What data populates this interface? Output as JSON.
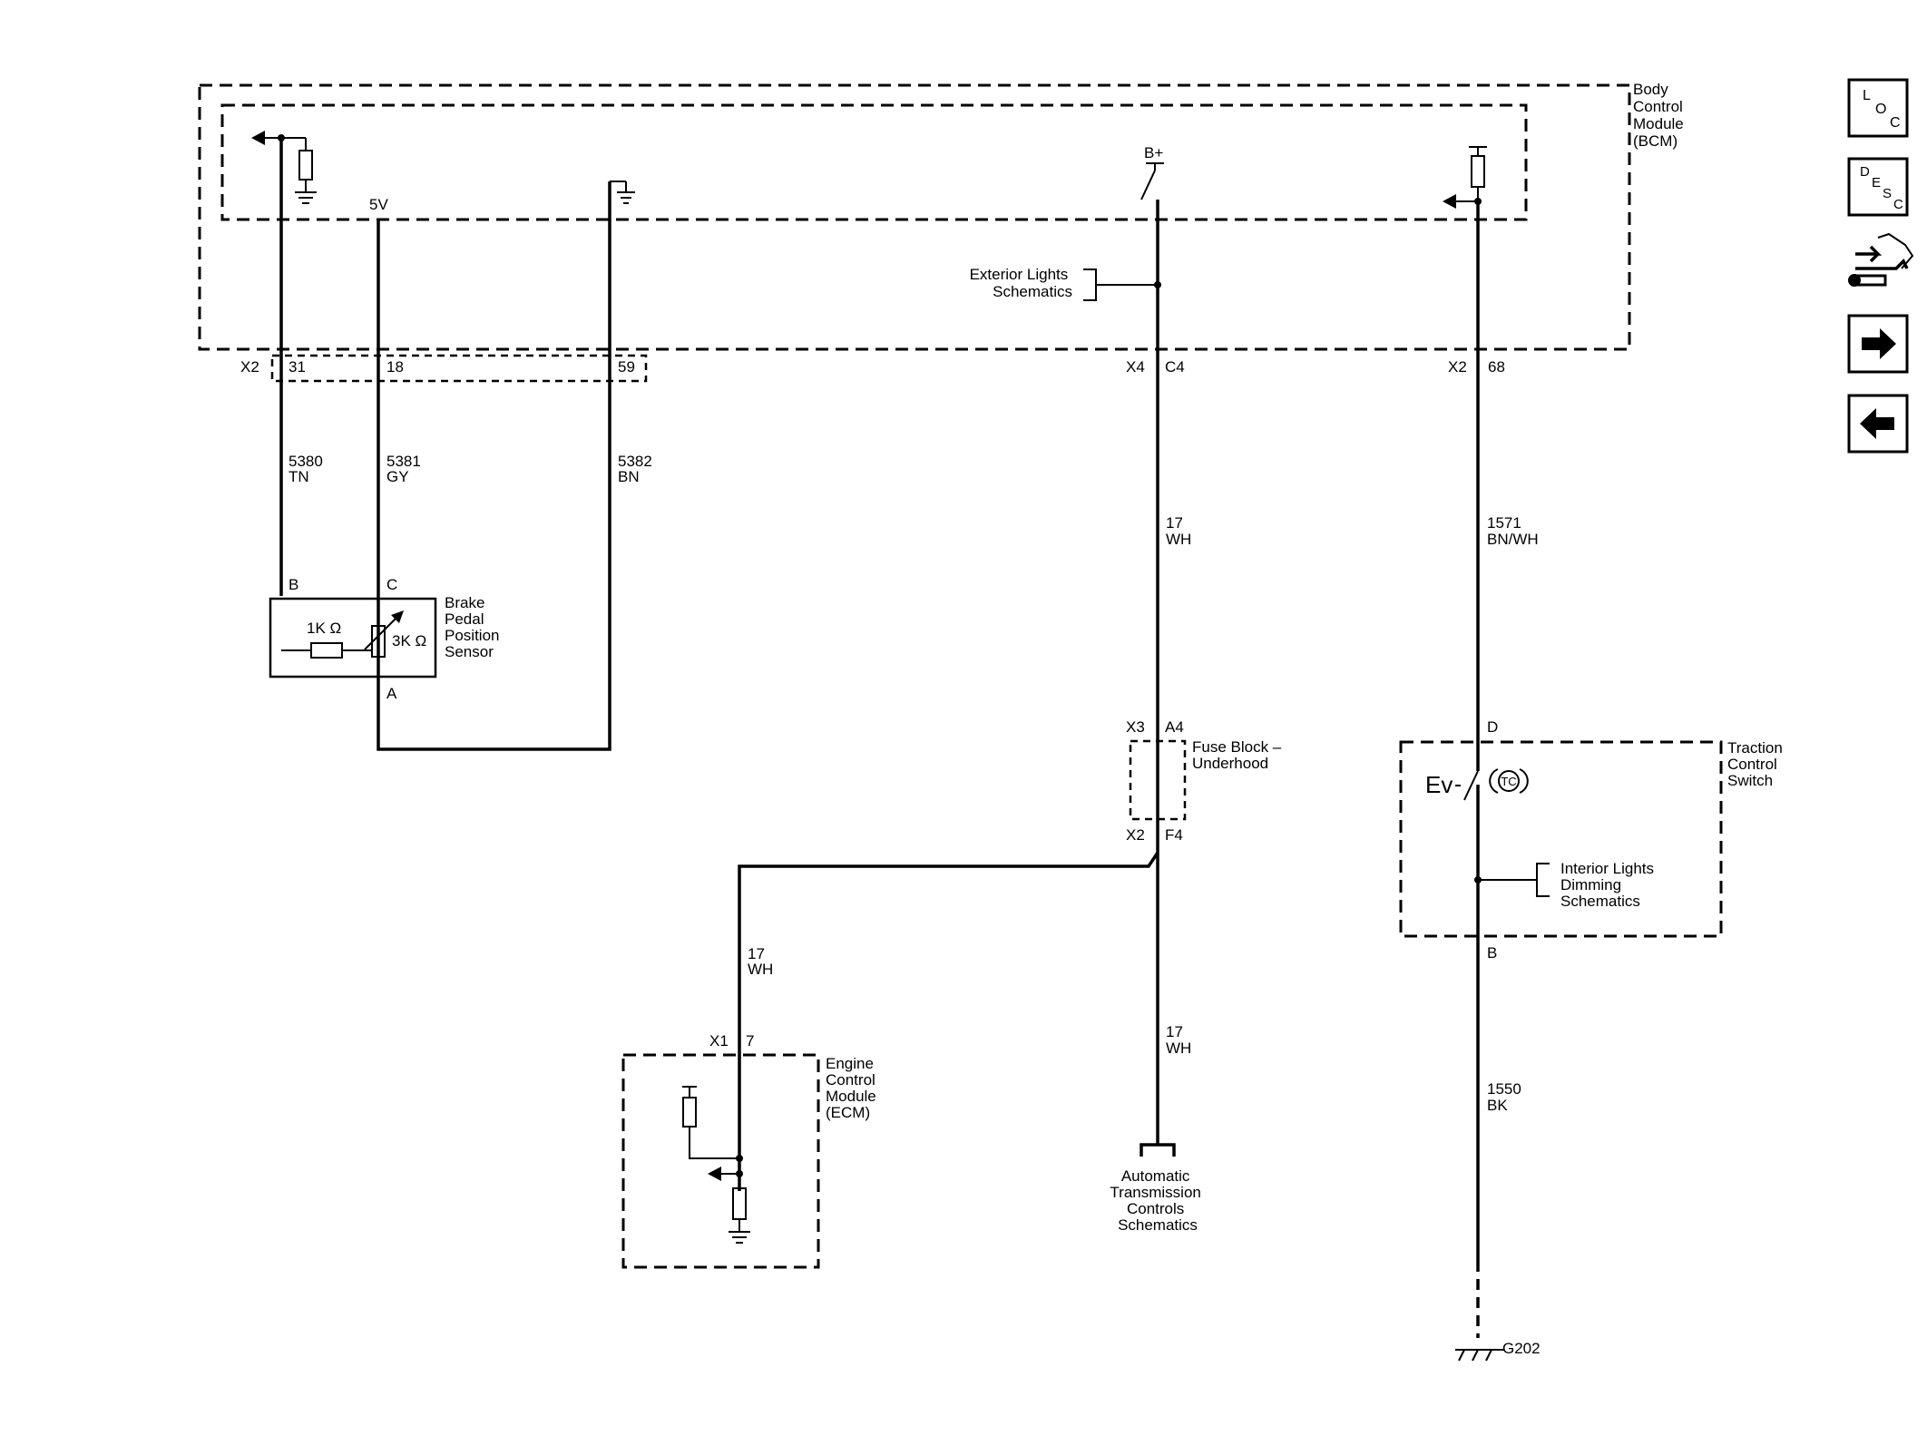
{
  "modules": {
    "bcm": [
      "Body",
      "Control",
      "Module",
      "(BCM)"
    ],
    "brake_sensor": [
      "Brake",
      "Pedal",
      "Position",
      "Sensor"
    ],
    "ecm": [
      "Engine",
      "Control",
      "Module",
      "(ECM)"
    ],
    "fuse_block": [
      "Fuse Block –",
      "Underhood"
    ],
    "traction_switch": [
      "Traction",
      "Control",
      "Switch"
    ]
  },
  "refs": {
    "exterior_lights": [
      "Exterior Lights",
      "Schematics"
    ],
    "interior_dimming": [
      "Interior Lights",
      "Dimming",
      "Schematics"
    ],
    "auto_trans": [
      "Automatic",
      "Transmission",
      "Controls",
      "Schematics"
    ]
  },
  "labels": {
    "bplus": "B+",
    "five_v": "5V",
    "r1": "1K Ω",
    "r2": "3K Ω",
    "ev": "Ev",
    "tc": "TC",
    "ground": "G202"
  },
  "connectors": {
    "bcm_x2_left": "X2",
    "pin31": "31",
    "pin18": "18",
    "pin59": "59",
    "bcm_x4": "X4",
    "pin_c4": "C4",
    "bcm_x2_right": "X2",
    "pin68": "68",
    "pin_b": "B",
    "pin_c": "C",
    "pin_a": "A",
    "fb_x3": "X3",
    "pin_a4": "A4",
    "fb_x2": "X2",
    "pin_f4": "F4",
    "ecm_x1": "X1",
    "pin7": "7",
    "tcs_d": "D",
    "tcs_b": "B"
  },
  "wires": {
    "w5380": [
      "5380",
      "TN"
    ],
    "w5381": [
      "5381",
      "GY"
    ],
    "w5382": [
      "5382",
      "BN"
    ],
    "w17a": [
      "17",
      "WH"
    ],
    "w17b": [
      "17",
      "WH"
    ],
    "w17c": [
      "17",
      "WH"
    ],
    "w1571": [
      "1571",
      "BN/WH"
    ],
    "w1550": [
      "1550",
      "BK"
    ]
  },
  "nav": {
    "loc": [
      "L",
      "O",
      "C"
    ],
    "desc": [
      "D",
      "E",
      "S",
      "C"
    ]
  }
}
